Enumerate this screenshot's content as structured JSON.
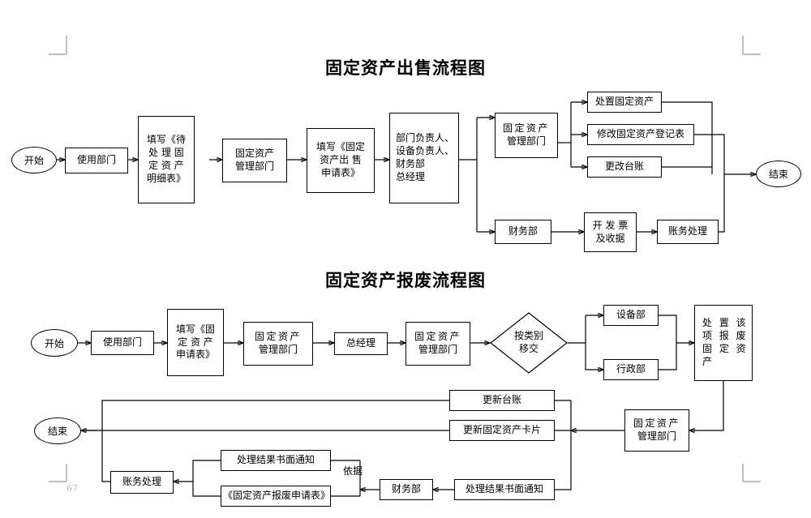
{
  "page": {
    "page_number": "67",
    "corner_marks": 4
  },
  "diagram1": {
    "title": "固定资产出售流程图",
    "nodes": {
      "start": "开始",
      "using_dept": "使用部门",
      "fill_pending_form": "填写《待处理固定资产明细表》",
      "asset_mgmt_dept_1": "固定资产管理部门",
      "fill_sale_form": "填写《固定资产出售申请表》",
      "approvers": "部门负责人、设备负责人、财务部、总经理",
      "asset_mgmt_dept_2": "固定资产管理部门",
      "dispose_asset": "处置固定资产",
      "modify_register": "修改固定资产登记表",
      "change_ledger": "更改台账",
      "finance_dept": "财务部",
      "issue_invoice": "开发票及收据",
      "accounting": "账务处理",
      "end": "结束"
    },
    "approvers_lines": [
      "部门负责人、",
      "设备负责人、",
      "财务部",
      "总经理"
    ],
    "fill_pending_lines": [
      "填写《待",
      "处 理 固",
      "定 资 产",
      "明细表》"
    ],
    "fill_sale_lines": [
      "填写《固定",
      "资产出 售",
      "申请表》"
    ],
    "asset_mgmt_lines": [
      "固定资产",
      "管理部门"
    ],
    "issue_invoice_lines": [
      "开 发 票",
      "及收据"
    ]
  },
  "diagram2": {
    "title": "固定资产报废流程图",
    "nodes": {
      "start": "开始",
      "using_dept": "使用部门",
      "fill_apply_form": "填写《固定资产申请表》",
      "asset_mgmt_dept_1": "固定资产管理部门",
      "general_manager": "总经理",
      "asset_mgmt_dept_2": "固定资产管理部门",
      "classify_transfer": "按类别移交",
      "equipment_dept": "设备部",
      "admin_dept": "行政部",
      "dispose_scrapped_asset": "处置该项报废固定资产",
      "asset_mgmt_dept_3": "固定资产管理部门",
      "update_ledger": "更新台账",
      "update_asset_card": "更新固定资产卡片",
      "written_notice_right": "处理结果书面通知",
      "finance_dept": "财务部",
      "basis_label": "依据",
      "written_notice_left": "处理结果书面通知",
      "scrap_apply_form": "《固定资产报废申请表》",
      "accounting": "账务处理",
      "end": "结束"
    },
    "fill_apply_lines": [
      "填写《固",
      "定 资 产",
      "申请表》"
    ],
    "asset_mgmt_lines": [
      "固定资产",
      "管理部门"
    ],
    "classify_lines": [
      "按类别",
      "移交"
    ],
    "dispose_lines": [
      "处 置 该",
      "项 报 废",
      "固 定 资",
      "产"
    ]
  },
  "colors": {
    "line": "#000000",
    "text": "#000000",
    "background": "#ffffff",
    "crop_mark": "#a9a9a9",
    "page_number": "#b8b8b8"
  }
}
